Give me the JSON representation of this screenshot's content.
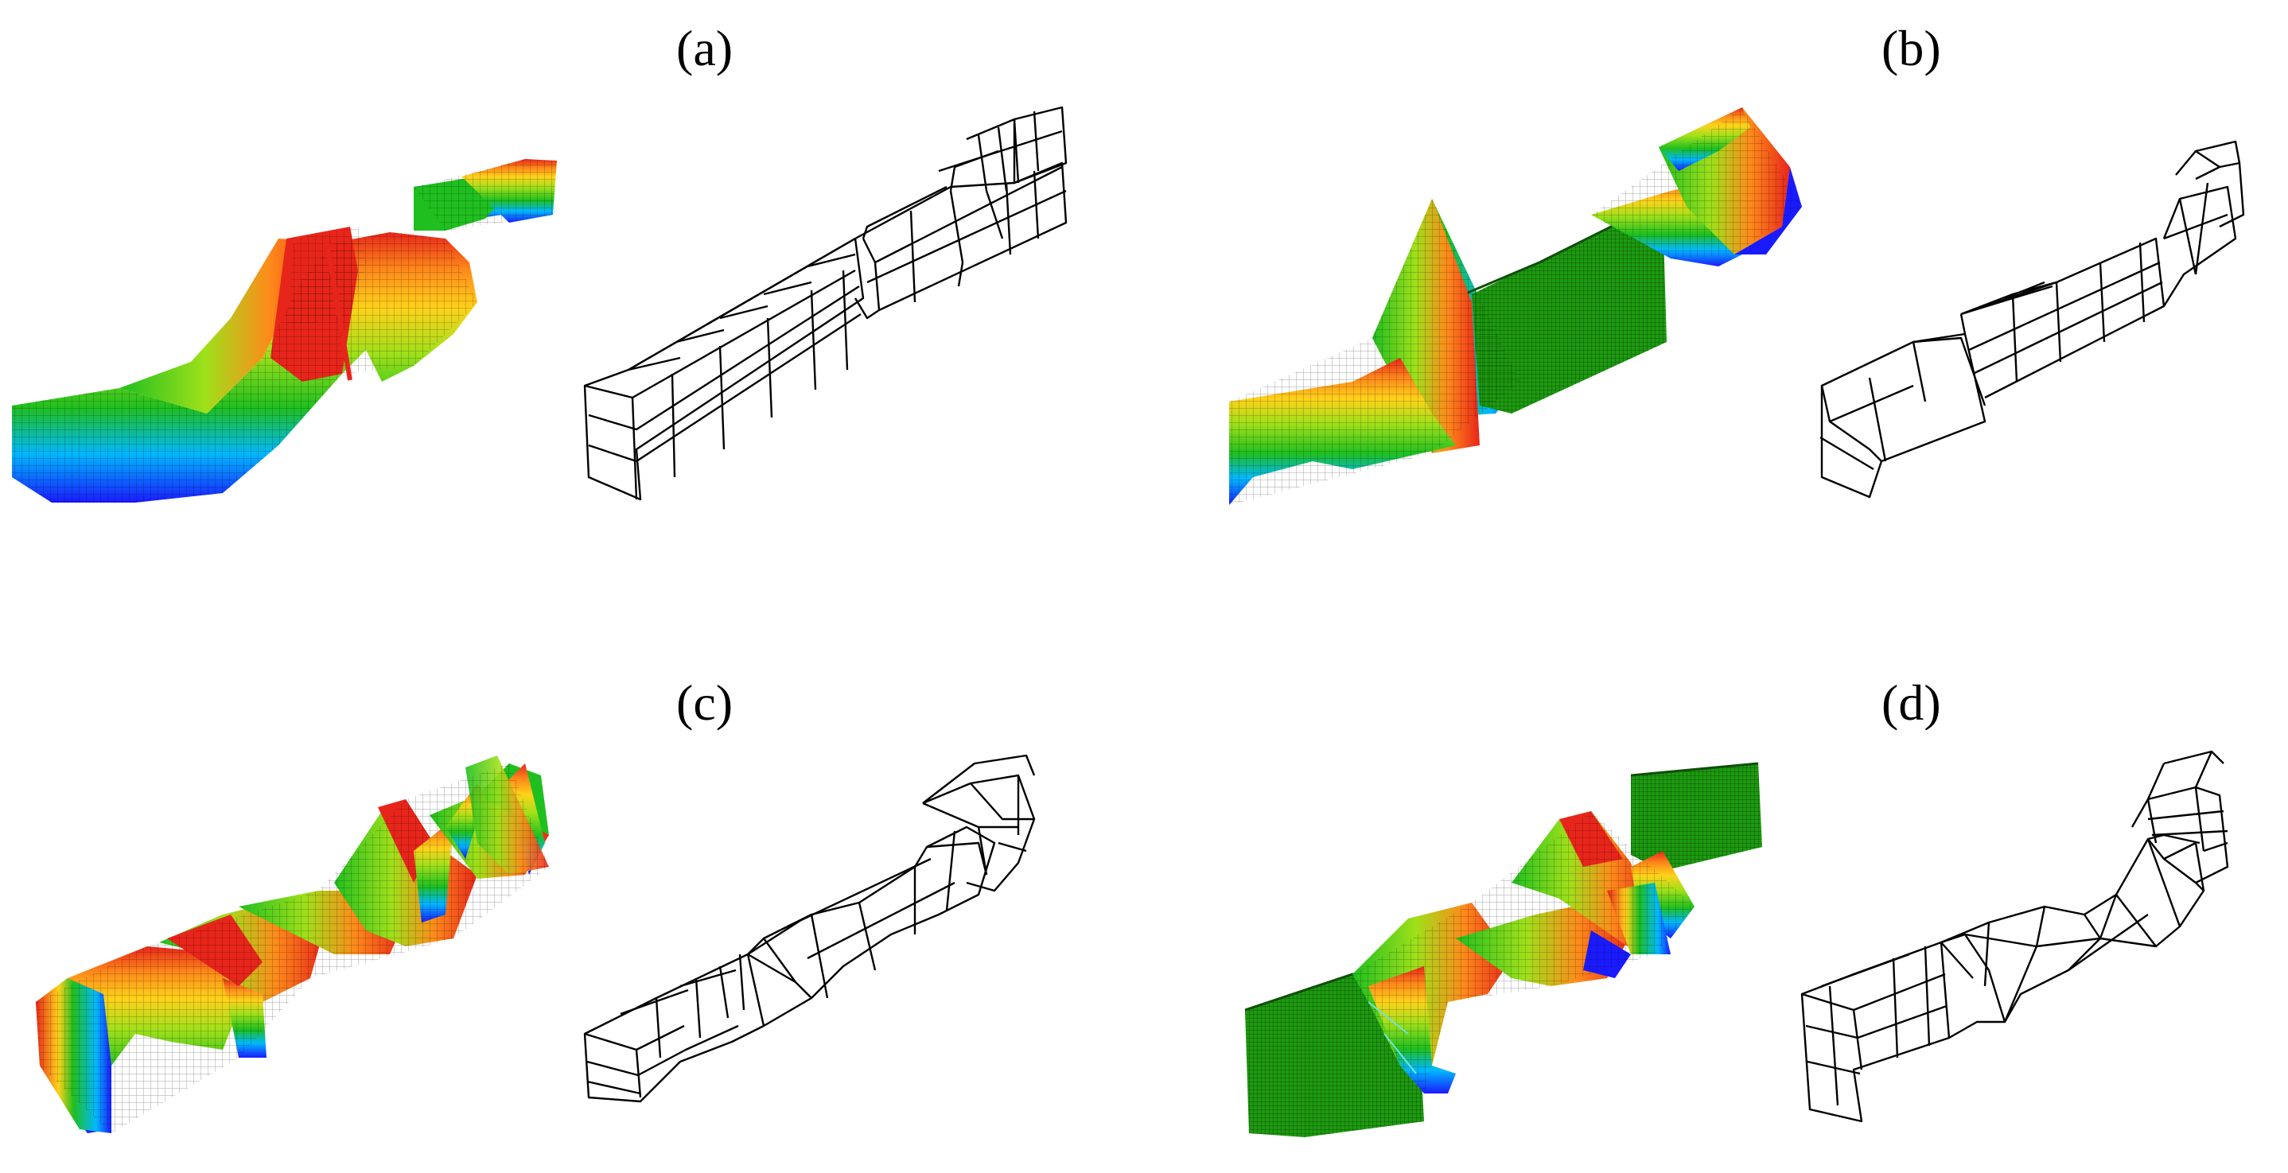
{
  "figure": {
    "panels": [
      {
        "id": "a",
        "label": "(a)",
        "twist_segments": 2,
        "colored_view": "twisted-beam-two-segments",
        "wire_view": "coarse-beam-mesh-one-twist-zone"
      },
      {
        "id": "b",
        "label": "(b)",
        "twist_segments": 2,
        "colored_view": "twisted-beam-end-twists-green-middle",
        "wire_view": "coarse-beam-mesh-two-twist-zones"
      },
      {
        "id": "c",
        "label": "(c)",
        "twist_segments": 4,
        "colored_view": "twisted-beam-multiple-twists",
        "wire_view": "coarse-beam-mesh-long-twist-zone"
      },
      {
        "id": "d",
        "label": "(d)",
        "twist_segments": 3,
        "colored_view": "twisted-beam-center-twists-green-ends",
        "wire_view": "coarse-beam-mesh-central-twist-zone"
      }
    ],
    "colormap": [
      "#1a1aff",
      "#00b8ff",
      "#12d39a",
      "#1fbf1f",
      "#9fe01a",
      "#ffd21a",
      "#ff8a1a",
      "#e8251a"
    ],
    "solid_green": "#1d9a10"
  }
}
